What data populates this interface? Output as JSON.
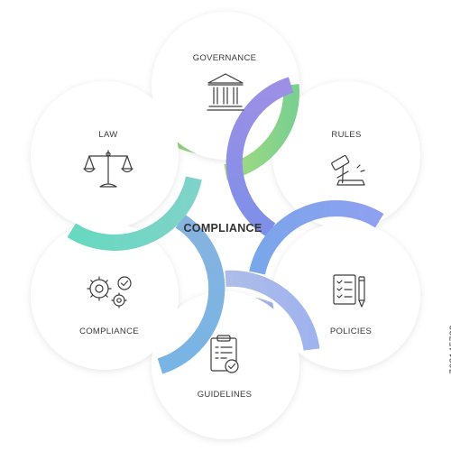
{
  "center_label": "COMPLIANCE",
  "nodes": [
    {
      "label": "GOVERNANCE",
      "icon": "bank-building-icon",
      "color": "#8fd08a"
    },
    {
      "label": "RULES",
      "icon": "gavel-icon",
      "color": "#9b8ee6"
    },
    {
      "label": "POLICIES",
      "icon": "checklist-pencil-icon",
      "color": "#8fa6ee"
    },
    {
      "label": "GUIDELINES",
      "icon": "clipboard-check-icon",
      "color": "#a3b6ea"
    },
    {
      "label": "COMPLIANCE",
      "icon": "gears-check-icon",
      "color": "#7fb7e2"
    },
    {
      "label": "LAW",
      "icon": "scales-icon",
      "color": "#6fdcc4"
    }
  ],
  "stock_id": "763145780"
}
